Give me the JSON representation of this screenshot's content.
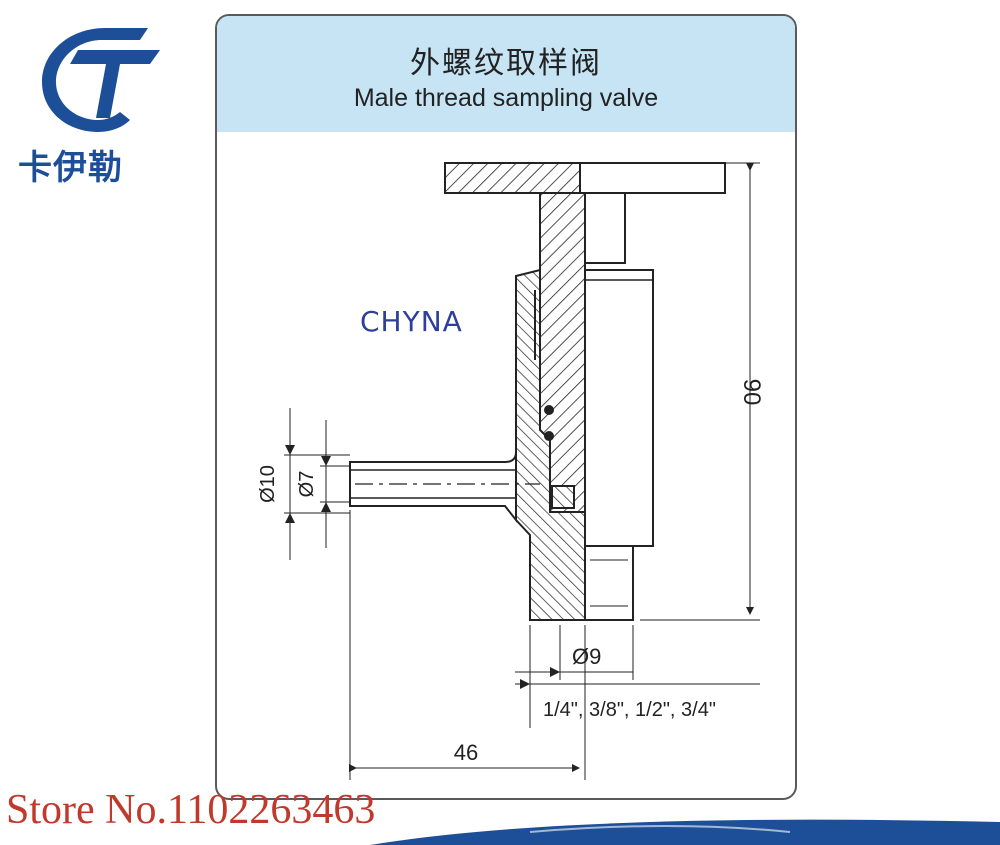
{
  "logo": {
    "text": "卡伊勒",
    "icon": "kayile-logo-icon",
    "color": "#1d4f98"
  },
  "header": {
    "title_cn": "外螺纹取样阀",
    "title_en": "Male thread sampling valve",
    "bg": "#c6e4f4"
  },
  "brand_mark": "CHYNA",
  "dimensions": {
    "height": "90",
    "outer_dia": "Ø10",
    "inner_dia": "Ø7",
    "bore_dia": "Ø9",
    "thread_sizes": "1/4\", 3/8\", 1/2\", 3/4\"",
    "length": "46"
  },
  "watermark": {
    "text": "Store No.1102263463",
    "color": "#c0392b"
  }
}
